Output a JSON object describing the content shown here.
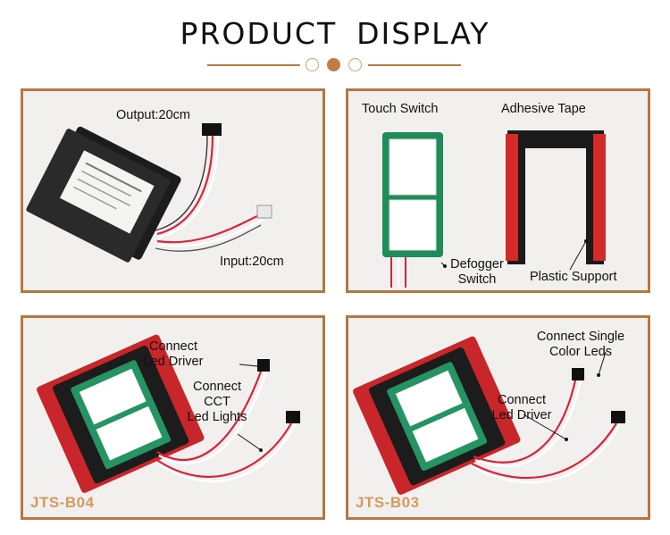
{
  "header": {
    "title_word1": "PRODUCT",
    "title_word2": "DISPLAY"
  },
  "panel_driver": {
    "output_label": "Output:20cm",
    "input_label": "Input:20cm"
  },
  "panel_parts": {
    "touch_switch": "Touch Switch",
    "adhesive_tape": "Adhesive Tape",
    "defogger_line1": "Defogger",
    "defogger_line2": "Switch",
    "plastic_support": "Plastic Support"
  },
  "panel_b04": {
    "connect_driver_line1": "Connect",
    "connect_driver_line2": "Led Driver",
    "connect_cct_line1": "Connect",
    "connect_cct_line2": "CCT",
    "connect_cct_line3": "Led Lights",
    "model": "JTS-B04"
  },
  "panel_b03": {
    "connect_single_line1": "Connect Single",
    "connect_single_line2": "Color Leds",
    "connect_driver_line1": "Connect",
    "connect_driver_line2": "Led Driver",
    "model": "JTS-B03"
  },
  "colors": {
    "accent": "#b57740",
    "panel_bg": "#f1f0ee",
    "model_text": "#d59a5e"
  }
}
